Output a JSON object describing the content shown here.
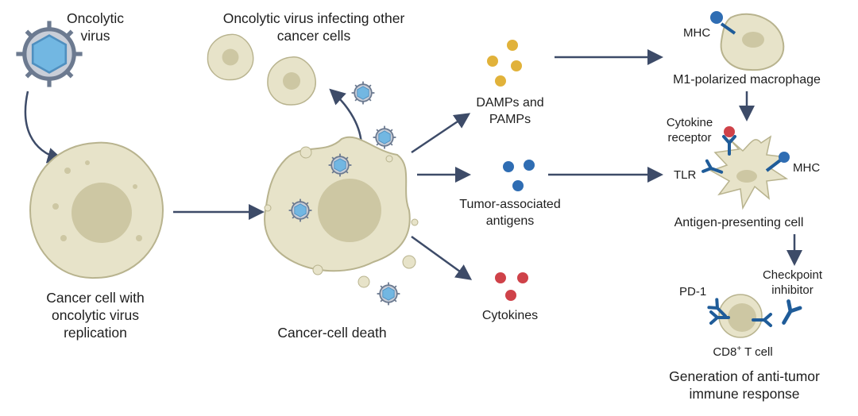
{
  "labels": {
    "oncolytic_virus": [
      "Oncolytic",
      "virus"
    ],
    "infecting_other": [
      "Oncolytic virus infecting other",
      "cancer cells"
    ],
    "cancer_cell_replication": [
      "Cancer cell with",
      "oncolytic virus",
      "replication"
    ],
    "cancer_cell_death": "Cancer-cell death",
    "damps_pamps": [
      "DAMPs and",
      "PAMPs"
    ],
    "tumor_antigens": [
      "Tumor-associated",
      "antigens"
    ],
    "cytokines": "Cytokines",
    "mhc_macrophage": "MHC",
    "m1_macrophage": "M1-polarized macrophage",
    "cytokine_receptor": [
      "Cytokine",
      "receptor"
    ],
    "tlr": "TLR",
    "mhc_apc": "MHC",
    "apc": "Antigen-presenting cell",
    "checkpoint_inhibitor": [
      "Checkpoint",
      "inhibitor"
    ],
    "pd1": "PD-1",
    "cd8_prefix": "CD8",
    "cd8_sup": "+",
    "cd8_suffix": " T cell",
    "generation": [
      "Generation of anti-tumor",
      "immune response"
    ]
  },
  "colors": {
    "cell_fill": "#e7e3c9",
    "cell_stroke": "#b8b38e",
    "nucleus": "#cdc7a3",
    "virus_blue": "#72b7e2",
    "arrow": "#3d4b68",
    "damp_yellow": "#e1b23a",
    "antigen_blue": "#2f6db3",
    "cytokine_red": "#cf4249",
    "receptor_blue": "#1f5c99"
  }
}
